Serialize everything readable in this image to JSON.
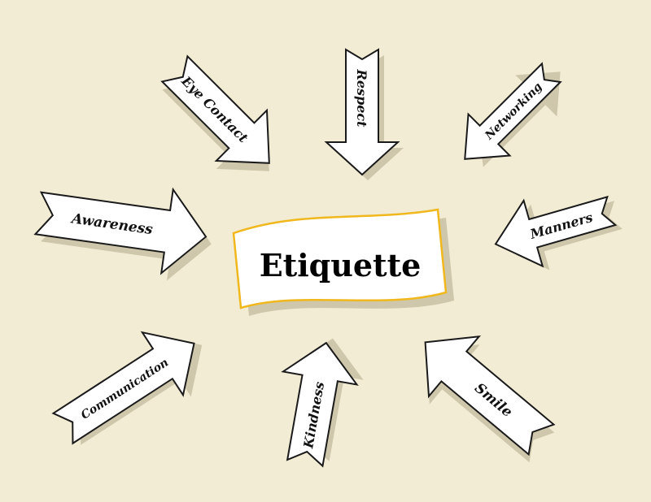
{
  "center": {
    "label": "Etiquette"
  },
  "arrows": {
    "eye_contact": {
      "label": "Eye Contact"
    },
    "respect": {
      "label": "Respect"
    },
    "networking": {
      "label": "Networking"
    },
    "awareness": {
      "label": "Awareness"
    },
    "manners": {
      "label": "Manners"
    },
    "communication": {
      "label": "Communication"
    },
    "kindness": {
      "label": "Kindness"
    },
    "smile": {
      "label": "Smile"
    }
  },
  "colors": {
    "background": "#f2ecd5",
    "arrow_fill": "#ffffff",
    "arrow_stroke": "#1a1a1a",
    "shadow": "#cfc7ab",
    "banner_border": "#f0b81c"
  }
}
